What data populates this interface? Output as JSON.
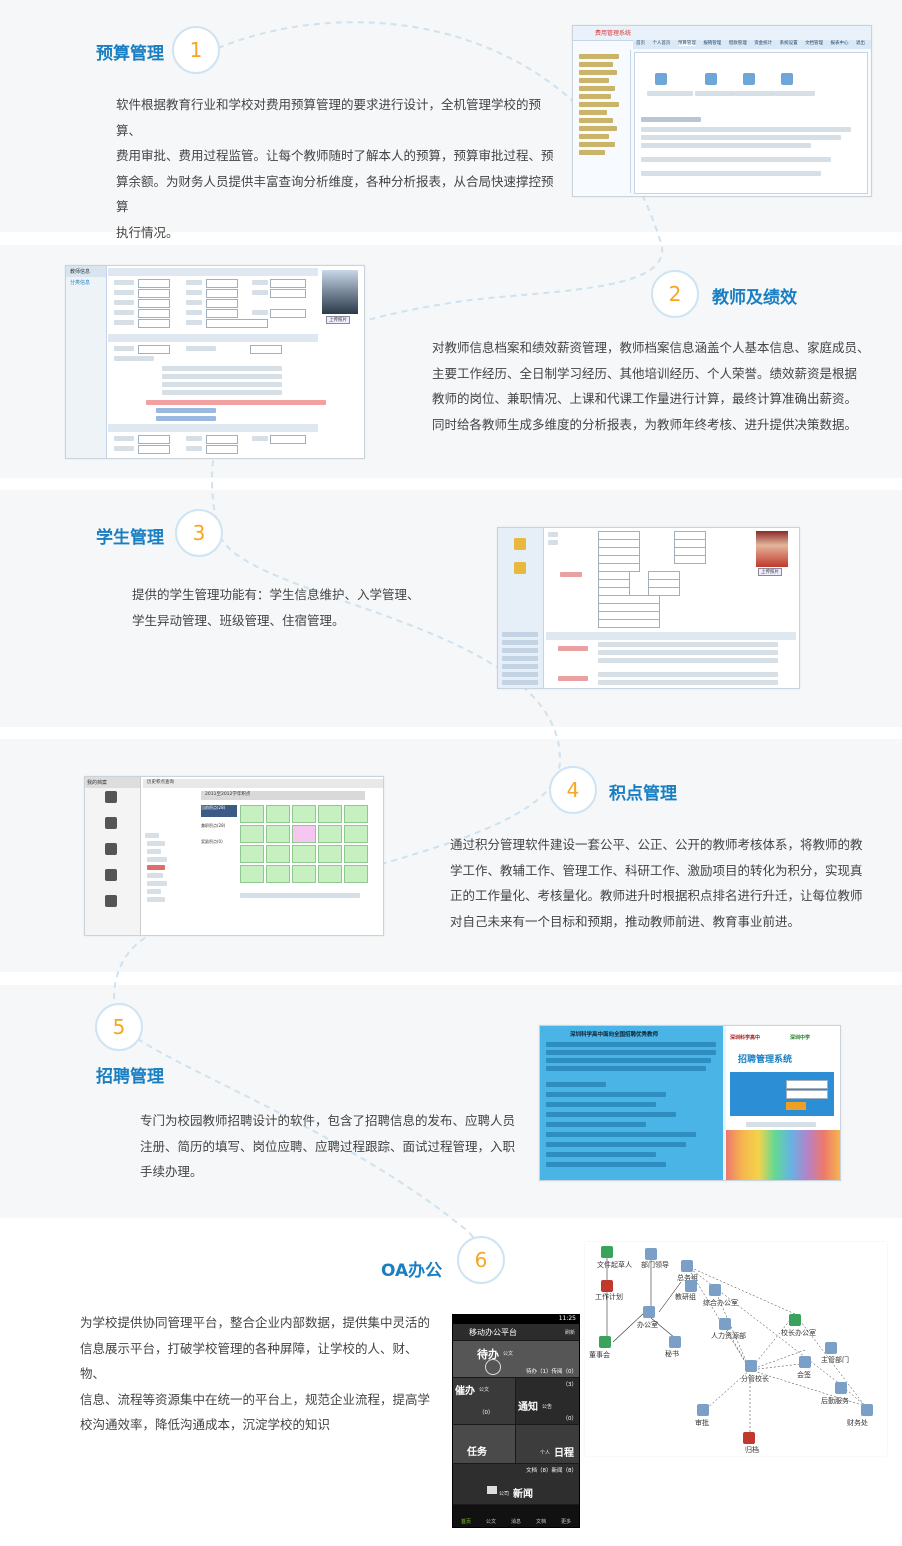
{
  "sections": [
    {
      "number": "1",
      "title": "预算管理",
      "lines": [
        "软件根据教育行业和学校对费用预算管理的要求进行设计，全机管理学校的预算、",
        "费用审批、费用过程监管。让每个教师随时了解本人的预算，预算审批过程、预",
        "算余额。为财务人员提供丰富查询分析维度，各种分析报表，从合局快速撑控预算",
        "执行情况。"
      ]
    },
    {
      "number": "2",
      "title": "教师及绩效",
      "lines": [
        "对教师信息档案和绩效薪资管理，教师档案信息涵盖个人基本信息、家庭成员、",
        "主要工作经历、全日制学习经历、其他培训经历、个人荣誉。绩效薪资是根据",
        "教师的岗位、兼职情况、上课和代课工作量进行计算，最终计算准确出薪资。",
        "同时给各教师生成多维度的分析报表，为教师年终考核、进升提供决策数据。"
      ]
    },
    {
      "number": "3",
      "title": "学生管理",
      "lines": [
        "提供的学生管理功能有：学生信息维护、入学管理、",
        "学生异动管理、班级管理、住宿管理。"
      ]
    },
    {
      "number": "4",
      "title": "积点管理",
      "lines": [
        "通过积分管理软件建设一套公平、公正、公开的教师考核体系，将教师的教",
        "学工作、教辅工作、管理工作、科研工作、激励项目的转化为积分，实现真",
        "正的工作量化、考核量化。教师进升时根据积点排名进行升迁，让每位教师",
        "对自己未来有一个目标和预期，推动教师前进、教育事业前进。"
      ]
    },
    {
      "number": "5",
      "title": "招聘管理",
      "lines": [
        "专门为校园教师招聘设计的软件，包含了招聘信息的发布、应聘人员",
        "注册、简历的填写、岗位应聘、应聘过程跟踪、面试过程管理，入职",
        "手续办理。"
      ]
    },
    {
      "number": "6",
      "title": "OA办公",
      "lines": [
        "为学校提供协同管理平台，整合企业内部数据，提供集中灵活的",
        "信息展示平台，打破学校管理的各种屏障，让学校的人、财、物、",
        "信息、流程等资源集中在统一的平台上，规范企业流程，提高学",
        "校沟通效率，降低沟通成本，沉淀学校的知识"
      ]
    }
  ],
  "screenshot1": {
    "header_title": "费用管理系统",
    "tabs": [
      "首页",
      "个人首页",
      "预算管理",
      "报销管理",
      "借款管理",
      "资金统计",
      "系统设置",
      "文档管理",
      "报表中心",
      "退出"
    ]
  },
  "screenshot2": {
    "sidebar": [
      "教师信息",
      "分类信息"
    ],
    "upload_button": "上传照片"
  },
  "screenshot3": {
    "upload_button": "上传照片"
  },
  "screenshot4": {
    "sidebar_title": "我的档案",
    "header": "历史积点查询",
    "sub_header": "2011至2012学年积点",
    "left_tabs": [
      "当前积点(28)",
      "兼职积点(28)",
      "奖励积点(0)"
    ]
  },
  "screenshot5": {
    "left_title": "深圳科学高中面向全国招聘优秀教师",
    "school_a": "深圳科学高中",
    "school_b": "深圳中学",
    "system_title": "招聘管理系统"
  },
  "phone": {
    "status_time": "11:25",
    "app_title": "移动办公平台",
    "refresh": "刷新",
    "tile_pending": "待办",
    "tile_pending_sub": "公文",
    "pending_count": "待办（1）传阅（0）",
    "tile_urge": "催办",
    "tile_urge_sub": "公文",
    "urge_count": "（3）",
    "notice_count": "（0）",
    "tile_notice": "通知",
    "tile_notice_sub": "公告",
    "notice_count2": "（0）",
    "tile_task": "任务",
    "tile_schedule": "日程",
    "schedule_sub": "个人",
    "docs_count": "文档（8）新闻（8）",
    "tile_news": "新闻",
    "tile_news_sub": "公司",
    "nav": [
      "首页",
      "公文",
      "消息",
      "文档",
      "更多"
    ]
  },
  "workflow": {
    "nodes": [
      "文件起草人",
      "工作计划",
      "部门领导",
      "总务组",
      "综合办公室",
      "人力资源部",
      "校长办公室",
      "分管校长",
      "会签",
      "归档",
      "秘书",
      "办公室",
      "教研组",
      "后勤服务",
      "财务处",
      "审批",
      "董事会",
      "主管部门"
    ]
  },
  "colors": {
    "accent_blue": "#1a7fc2",
    "number_orange": "#f5a623",
    "band_gray": "#f5f7f8"
  }
}
